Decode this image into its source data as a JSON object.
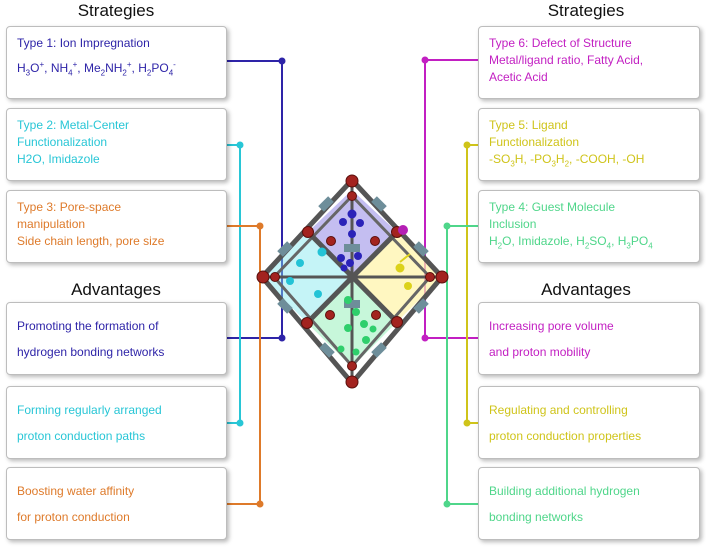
{
  "left": {
    "strategies_heading": "Strategies",
    "advantages_heading": "Advantages"
  },
  "right": {
    "strategies_heading": "Strategies",
    "advantages_heading": "Advantages"
  },
  "strategies": {
    "type1": {
      "title": "Type 1: Ion Impregnation",
      "color": "#2e24a8"
    },
    "type2": {
      "line1": "Type 2: Metal-Center",
      "line2": "Functionalization",
      "detail": "H2O, Imidazole",
      "color": "#28c6d6"
    },
    "type3": {
      "line1": "Type 3: Pore-space",
      "line2": "manipulation",
      "detail": "Side chain length, pore size",
      "color": "#de7a2a"
    },
    "type6": {
      "title": "Type 6: Defect of Structure",
      "detail1": "Metal/ligand ratio, Fatty Acid,",
      "detail2": "Acetic Acid",
      "color": "#c21fc2"
    },
    "type5": {
      "line1": "Type 5: Ligand",
      "line2": "Functionalization",
      "color": "#cfc41a"
    },
    "type4": {
      "line1": "Type 4: Guest Molecule",
      "line2": "Inclusion",
      "color": "#4fd68a"
    }
  },
  "advantages": {
    "adv1": {
      "line1": "Promoting the formation of",
      "line2": "hydrogen bonding networks"
    },
    "adv2": {
      "line1": "Forming regularly arranged",
      "line2": "proton conduction paths"
    },
    "adv3": {
      "line1": "Boosting water affinity",
      "line2": "for proton conduction"
    },
    "adv6": {
      "line1": "Increasing pore volume",
      "line2": "and proton mobility"
    },
    "adv5": {
      "line1": "Regulating and controlling",
      "line2": "proton conduction properties"
    },
    "adv4": {
      "line1": "Building additional hydrogen",
      "line2": "bonding networks"
    }
  },
  "formula_parts": {
    "h3o": "H",
    "h3o_sub": "3",
    "h3o_o": "O",
    "h3o_sup": "+",
    "nh4": "NH",
    "nh4_sub": "4",
    "nh4_sup": "+",
    "me2": "Me",
    "me2_sub": "2",
    "me2_nh": "NH",
    "me2_sub2": "2",
    "me2_sup": "+",
    "h2po4": "H",
    "h2po4_sub": "2",
    "h2po4_po": "PO",
    "h2po4_sub2": "4",
    "h2po4_sup": "-",
    "so3h_a": "-SO",
    "so3h_sub": "3",
    "so3h_b": "H, -PO",
    "po3_sub": "3",
    "po3_b": "H",
    "po3_sub2": "2",
    "po3_tail": ", -COOH, -OH",
    "t4_a": "H",
    "t4_sub1": "2",
    "t4_b": "O, Imidazole, H",
    "t4_sub2": "2",
    "t4_c": "SO",
    "t4_sub3": "4",
    "t4_d": ", H",
    "t4_sub4": "3",
    "t4_e": "PO",
    "t4_sub5": "4"
  }
}
